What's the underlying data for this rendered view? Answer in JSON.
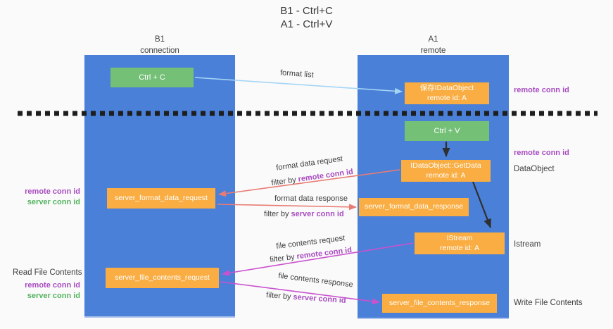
{
  "title": {
    "line1": "B1 - Ctrl+C",
    "line2": "A1 - Ctrl+V"
  },
  "lanes": {
    "left": {
      "name": "B1",
      "role": "connection"
    },
    "right": {
      "name": "A1",
      "role": "remote"
    }
  },
  "boxes": {
    "ctrl_c": {
      "label": "Ctrl + C"
    },
    "save_idataobject": {
      "line1": "保存IDataObject",
      "line2": "remote id: A"
    },
    "ctrl_v": {
      "label": "Ctrl + V"
    },
    "idataobject_getdata": {
      "line1": "IDataObject::GetData",
      "line2": "remote id: A"
    },
    "server_format_data_request": {
      "label": "server_format_data_request"
    },
    "server_format_data_response": {
      "label": "server_format_data_response"
    },
    "istream": {
      "line1": "IStream",
      "line2": "remote id: A"
    },
    "server_file_contents_request": {
      "label": "server_file_contents_request"
    },
    "server_file_contents_response": {
      "label": "server_file_contents_response"
    }
  },
  "arrows": {
    "format_list": "format list",
    "format_data_request": "format data request",
    "format_data_response": "format data response",
    "file_contents_request": "file contents request",
    "file_contents_response": "file contents response"
  },
  "labels": {
    "filter_by": "filter by",
    "remote_conn_id": "remote conn id",
    "server_conn_id": "server conn id"
  },
  "side_labels": {
    "right_remote_conn_id_top": "remote conn id",
    "right_remote_conn_id_mid": "remote conn id",
    "dataobject": "DataObject",
    "istream": "Istream",
    "write_file_contents": "Write File Contents",
    "left_remote_conn_id_mid": "remote conn id",
    "left_server_conn_id_mid": "server conn id",
    "read_file_contents": "Read File Contents",
    "left_remote_conn_id_bottom": "remote conn id",
    "left_server_conn_id_bottom": "server conn id"
  },
  "colors": {
    "background": "#fafafa",
    "lane_blue": "#4a80d8",
    "box_green": "#74c077",
    "box_orange": "#f9ad42",
    "arrow_light_blue": "#a5d5f5",
    "arrow_salmon": "#e87c74",
    "arrow_magenta": "#ca52ce",
    "arrow_black": "#2f2f2f",
    "label_purple": "#a84cc0",
    "label_green": "#53b45e"
  }
}
